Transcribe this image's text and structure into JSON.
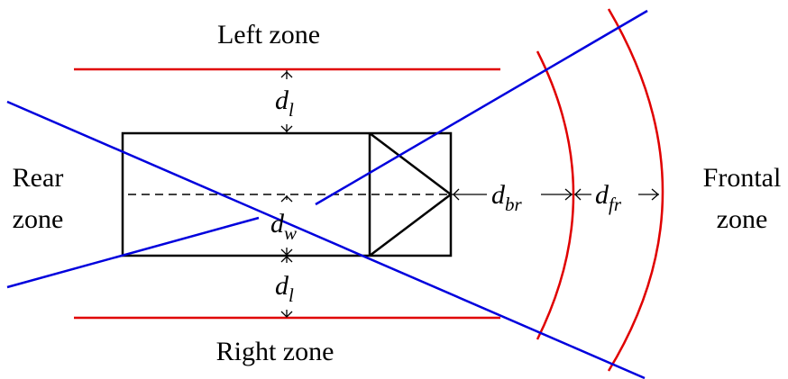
{
  "zones": {
    "left": "Left zone",
    "right": "Right zone",
    "rear_line1": "Rear",
    "rear_line2": "zone",
    "frontal_line1": "Frontal",
    "frontal_line2": "zone"
  },
  "distances": {
    "d_l": {
      "base": "d",
      "sub": "l"
    },
    "d_w": {
      "base": "d",
      "sub": "w"
    },
    "d_br": {
      "base": "d",
      "sub": "br"
    },
    "d_fr": {
      "base": "d",
      "sub": "fr"
    }
  },
  "colors": {
    "boundary": "#e00000",
    "sensor": "#0000dd",
    "vehicle": "#000000"
  }
}
